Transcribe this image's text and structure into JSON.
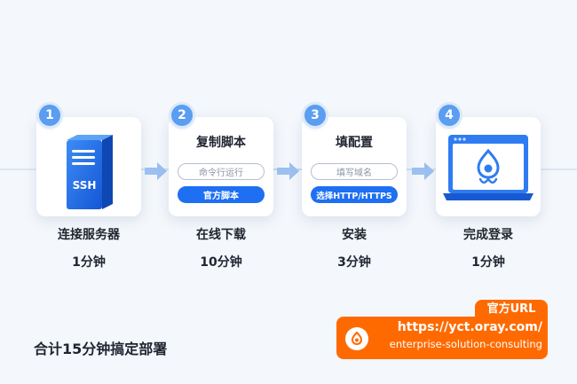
{
  "steps": [
    {
      "number": "1",
      "name": "连接服务器",
      "time": "1分钟",
      "icon": "ssh-server-icon",
      "icon_label": "SSH"
    },
    {
      "number": "2",
      "name": "在线下载",
      "time": "10分钟",
      "card_title": "复制脚本",
      "option_outline": "命令行运行",
      "option_primary": "官方脚本"
    },
    {
      "number": "3",
      "name": "安装",
      "time": "3分钟",
      "card_title": "填配置",
      "option_outline": "填写域名",
      "option_primary": "选择HTTP/HTTPS"
    },
    {
      "number": "4",
      "name": "完成登录",
      "time": "1分钟",
      "icon": "laptop-login-icon"
    }
  ],
  "summary": "合计15分钟搞定部署",
  "promo": {
    "tab_label": "官方URL",
    "url_line1": "https://yct.oray.com/",
    "url_line2": "enterprise-solution-consulting",
    "icon": "oray-logo-icon"
  },
  "colors": {
    "primary_blue": "#1e6ff2",
    "badge_blue": "#5b9df0",
    "promo_orange": "#ff6a00",
    "background": "#f4f7fb"
  }
}
